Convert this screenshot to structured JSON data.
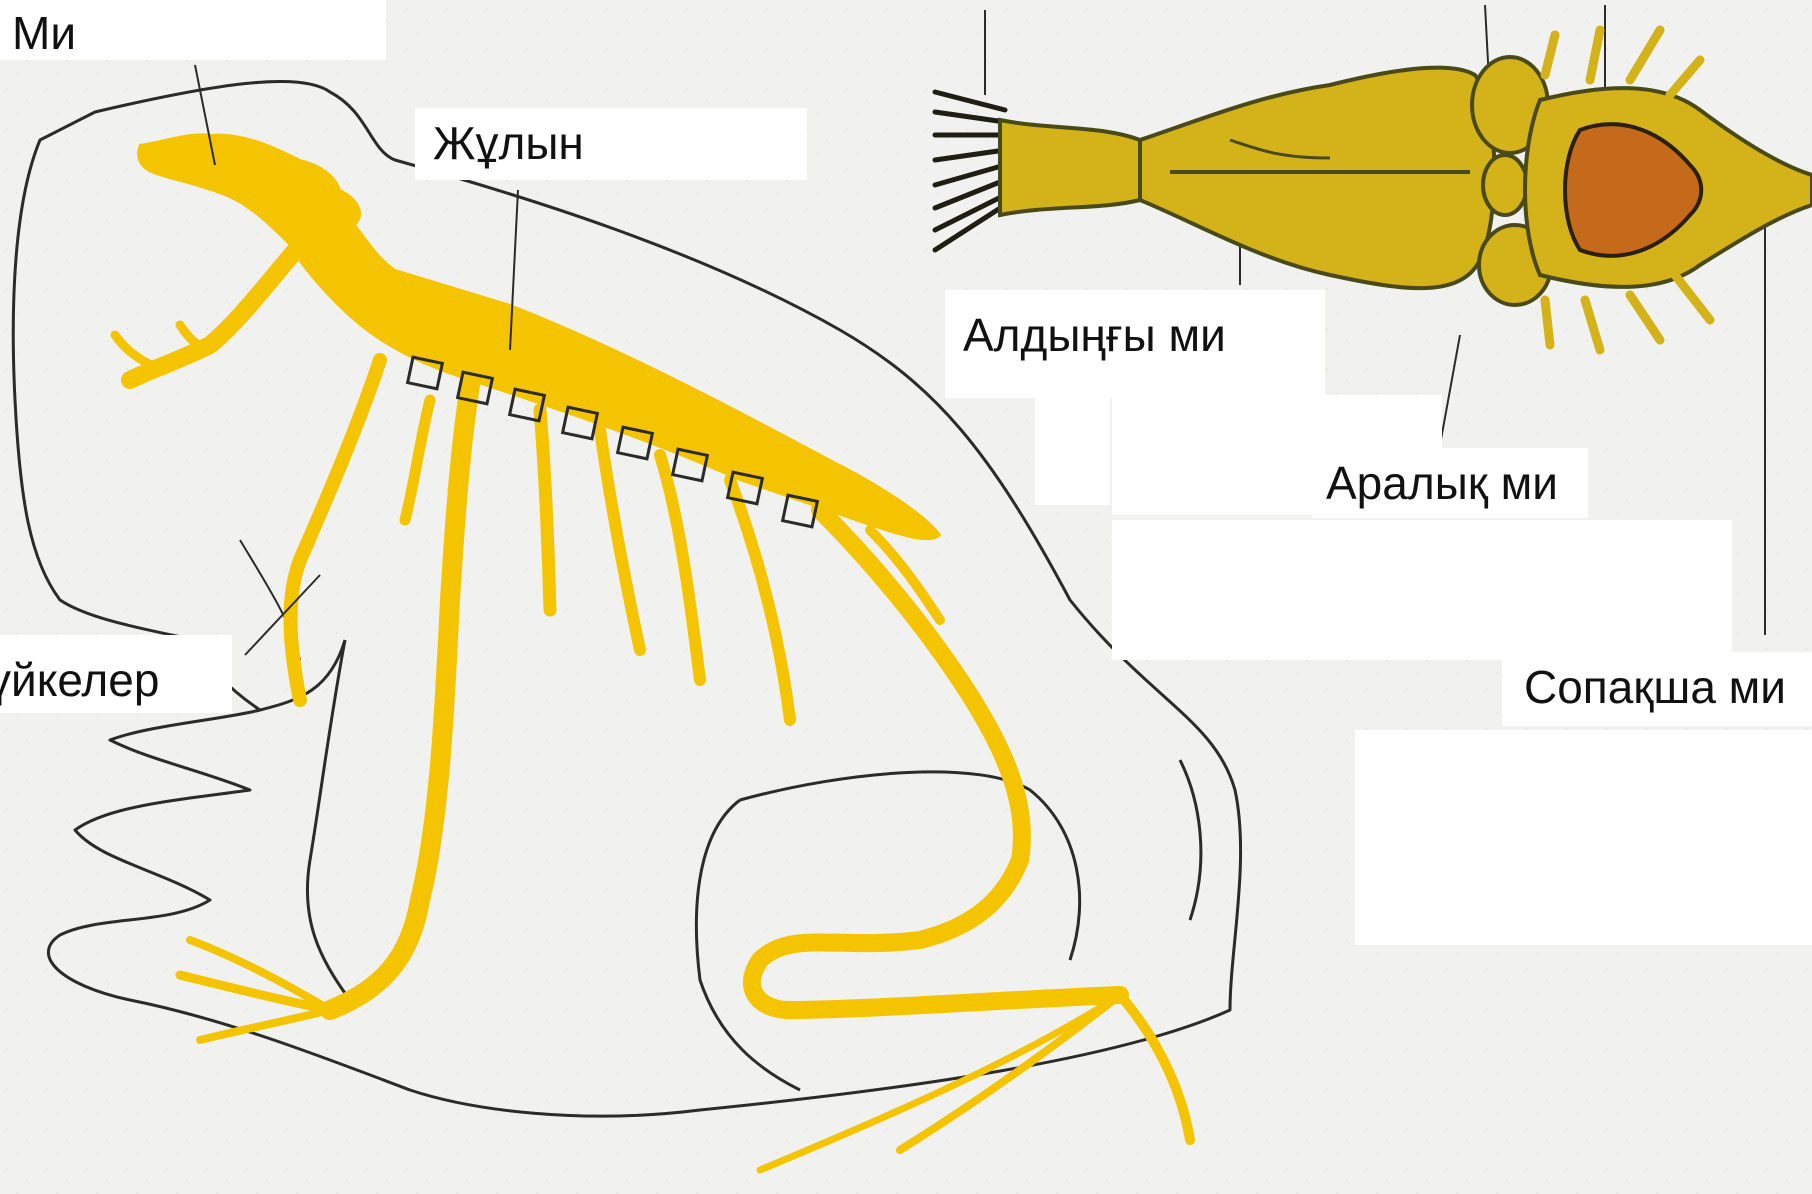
{
  "diagram": {
    "colors": {
      "nerve": "#f5c400",
      "outline": "#2b2b2b",
      "brain_fill": "#d4b21a",
      "brain_edge": "#4a4a18",
      "background": "#f1f1ef",
      "label_bg": "#ffffff"
    },
    "labels": {
      "brain": "Ми",
      "spinal_cord": "Жұлын",
      "nerve_nodes": "үйкелер",
      "forebrain": "Алдыңғы ми",
      "diencephalon": "Аралық ми",
      "medulla": "Сопақша ми"
    }
  }
}
